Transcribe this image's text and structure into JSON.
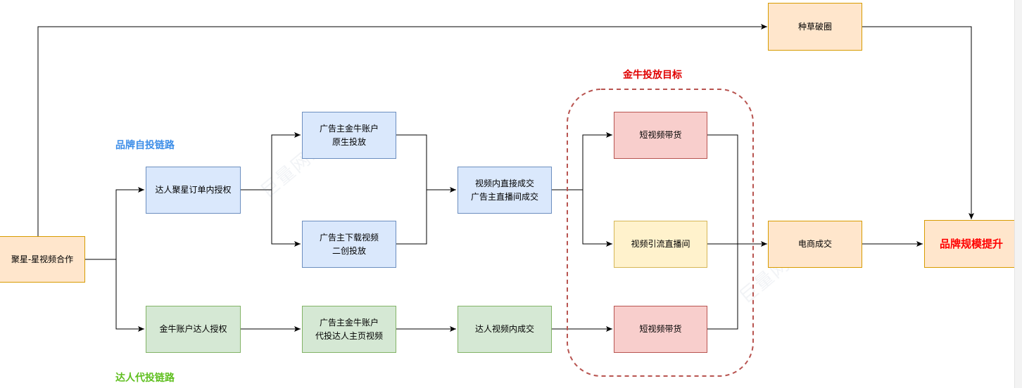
{
  "labels": {
    "brand_chain": "品牌自投链路",
    "talent_chain": "达人代投链路",
    "target_title": "金牛投放目标"
  },
  "watermark": "巨量网络",
  "nodes": {
    "star_collab": "聚星-星视频合作",
    "seeding": "种草破圈",
    "talent_auth": "达人聚星订单内授权",
    "adv_native": "广告主金牛账户\n原生投放",
    "adv_download": "广告主下载视频\n二创投放",
    "video_direct": "视频内直接成交\n广告主直播间成交",
    "short_video_1": "短视频带货",
    "video_live": "视频引流直播间",
    "short_video_2": "短视频带货",
    "ecommerce": "电商成交",
    "brand_upgrade": "品牌规模提升",
    "jinniu_auth": "金牛账户达人授权",
    "adv_proxy": "广告主金牛账户\n代投达人主页视频",
    "talent_video_deal": "达人视频内成交"
  },
  "colors": {
    "brand_chain_label": "#3d8ee8",
    "talent_chain_label": "#5fbf1f",
    "target_title": "#e00000",
    "target_border": "#b85450",
    "brand_upgrade_text": "#ff0000",
    "line": "#000000"
  }
}
